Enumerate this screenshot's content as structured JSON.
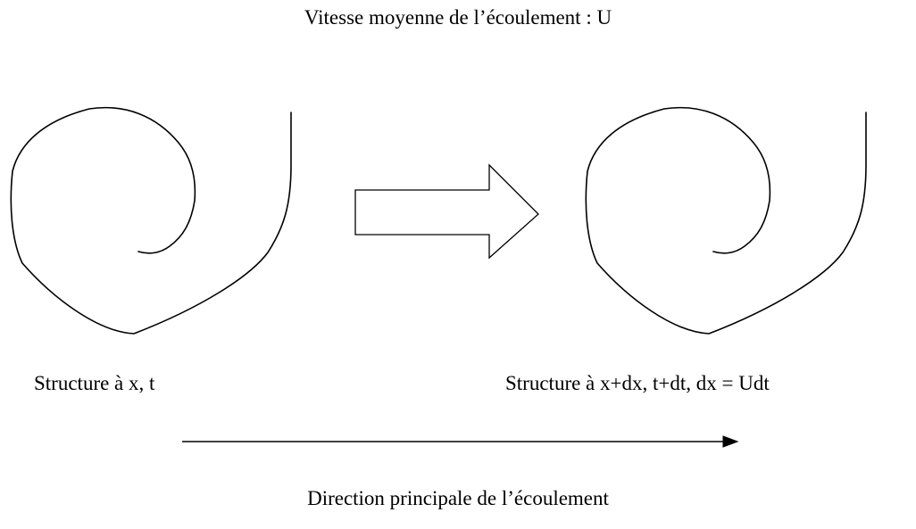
{
  "diagram": {
    "title": "Vitesse moyenne de l’écoulement : U",
    "left_structure_label": "Structure à x, t",
    "right_structure_label": "Structure à x+dx, t+dt, dx = Udt",
    "flow_direction_label": "Direction principale de l’écoulement",
    "shapes": {
      "left_structure": "spiral-vortex",
      "right_structure": "spiral-vortex",
      "transition": "hollow-block-arrow",
      "flow_direction": "right-arrow"
    },
    "colors": {
      "stroke": "#000000",
      "background": "#ffffff"
    }
  }
}
